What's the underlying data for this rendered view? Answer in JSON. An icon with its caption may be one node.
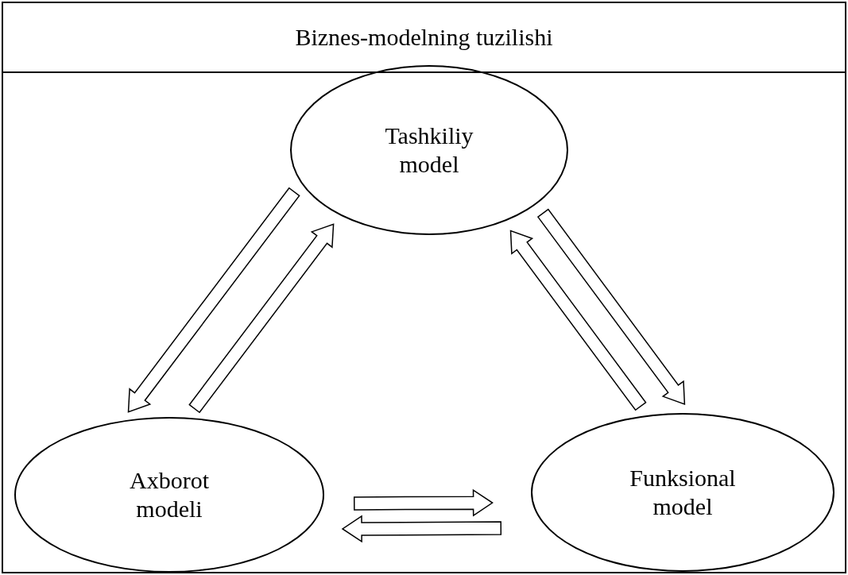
{
  "diagram": {
    "title": "Biznes-modelning tuzilishi",
    "nodes": [
      {
        "text": [
          "Tashkiliy model"
        ]
      },
      {
        "text": [
          "Axborot modeli"
        ]
      },
      {
        "text": [
          "Funksional model"
        ]
      }
    ],
    "edges": [
      {
        "from": 0,
        "to": 1,
        "arrow": "to"
      },
      {
        "from": 1,
        "to": 0,
        "arrow": "to"
      },
      {
        "from": 2,
        "to": 0,
        "arrow": "to"
      },
      {
        "from": 0,
        "to": 2,
        "arrow": "to"
      },
      {
        "from": 1,
        "to": 2,
        "arrow": "to"
      },
      {
        "from": 2,
        "to": 1,
        "arrow": "to"
      }
    ]
  }
}
